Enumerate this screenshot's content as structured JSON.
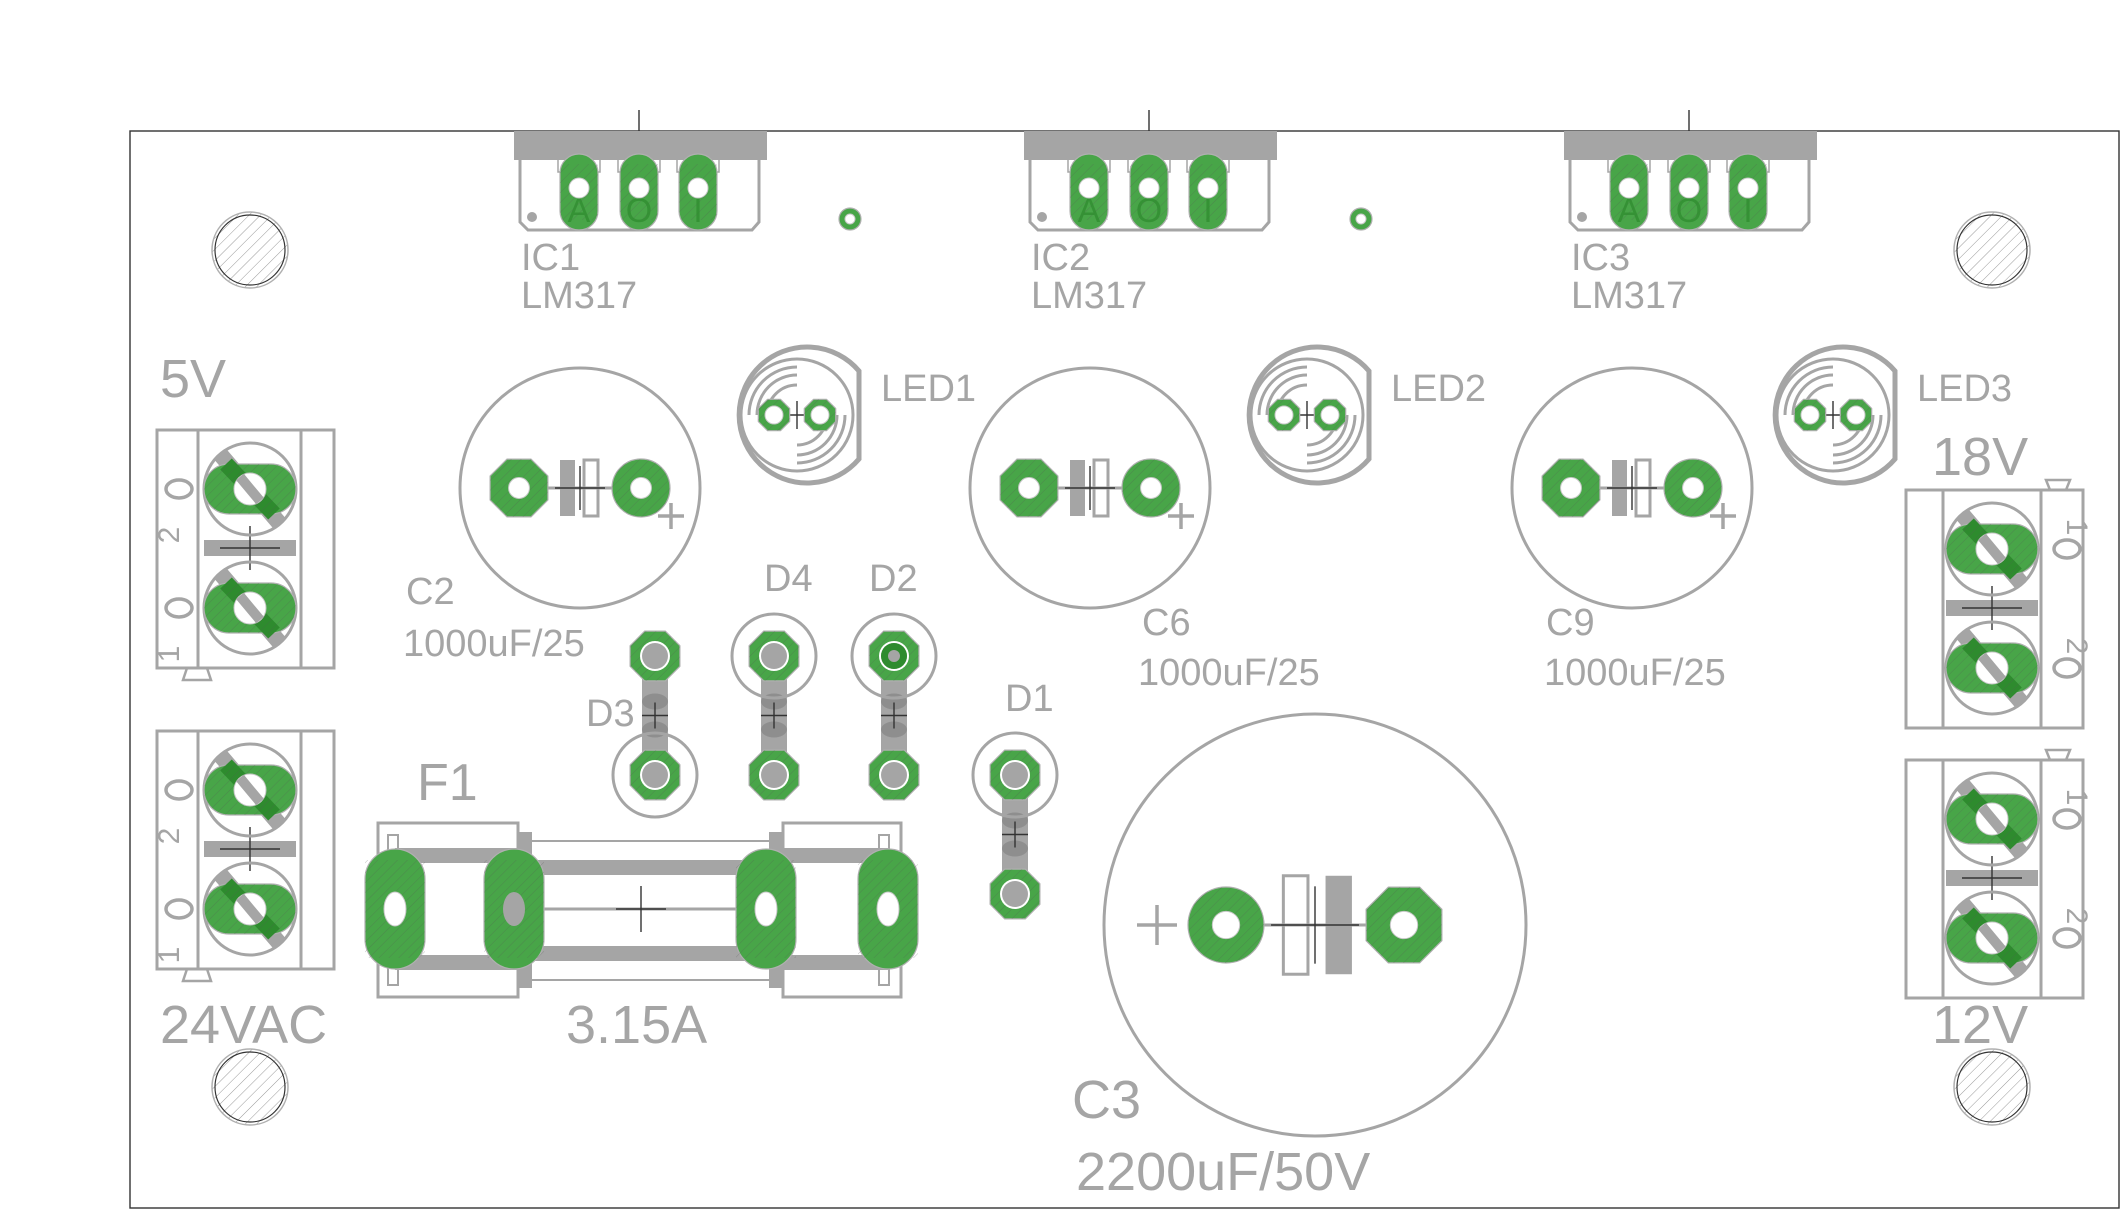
{
  "board": {
    "title": "Triple LM317 regulated power supply PCB",
    "colors": {
      "copper": "#48a548",
      "silkscreen": "#a5a5a5",
      "outline": "#333333",
      "background": "#ffffff"
    }
  },
  "regulators": [
    {
      "ref": "IC1",
      "value": "LM317",
      "pins": [
        "A",
        "O",
        "I"
      ]
    },
    {
      "ref": "IC2",
      "value": "LM317",
      "pins": [
        "A",
        "O",
        "I"
      ]
    },
    {
      "ref": "IC3",
      "value": "LM317",
      "pins": [
        "A",
        "O",
        "I"
      ]
    }
  ],
  "leds": [
    {
      "ref": "LED1"
    },
    {
      "ref": "LED2"
    },
    {
      "ref": "LED3"
    }
  ],
  "capacitors": [
    {
      "ref": "C2",
      "value": "1000uF/25",
      "polarity": "+"
    },
    {
      "ref": "C6",
      "value": "1000uF/25",
      "polarity": "+"
    },
    {
      "ref": "C9",
      "value": "1000uF/25",
      "polarity": "+"
    },
    {
      "ref": "C3",
      "value": "2200uF/50V",
      "polarity": "+"
    }
  ],
  "diodes": [
    {
      "ref": "D3"
    },
    {
      "ref": "D4"
    },
    {
      "ref": "D2"
    },
    {
      "ref": "D1"
    }
  ],
  "fuse": {
    "ref": "F1",
    "value": "3.15A"
  },
  "terminals": [
    {
      "label": "5V",
      "pin_labels": [
        "1",
        "2"
      ]
    },
    {
      "label": "24VAC",
      "pin_labels": [
        "1",
        "2"
      ]
    },
    {
      "label": "18V",
      "pin_labels": [
        "1",
        "2"
      ]
    },
    {
      "label": "12V",
      "pin_labels": [
        "1",
        "2"
      ]
    }
  ]
}
